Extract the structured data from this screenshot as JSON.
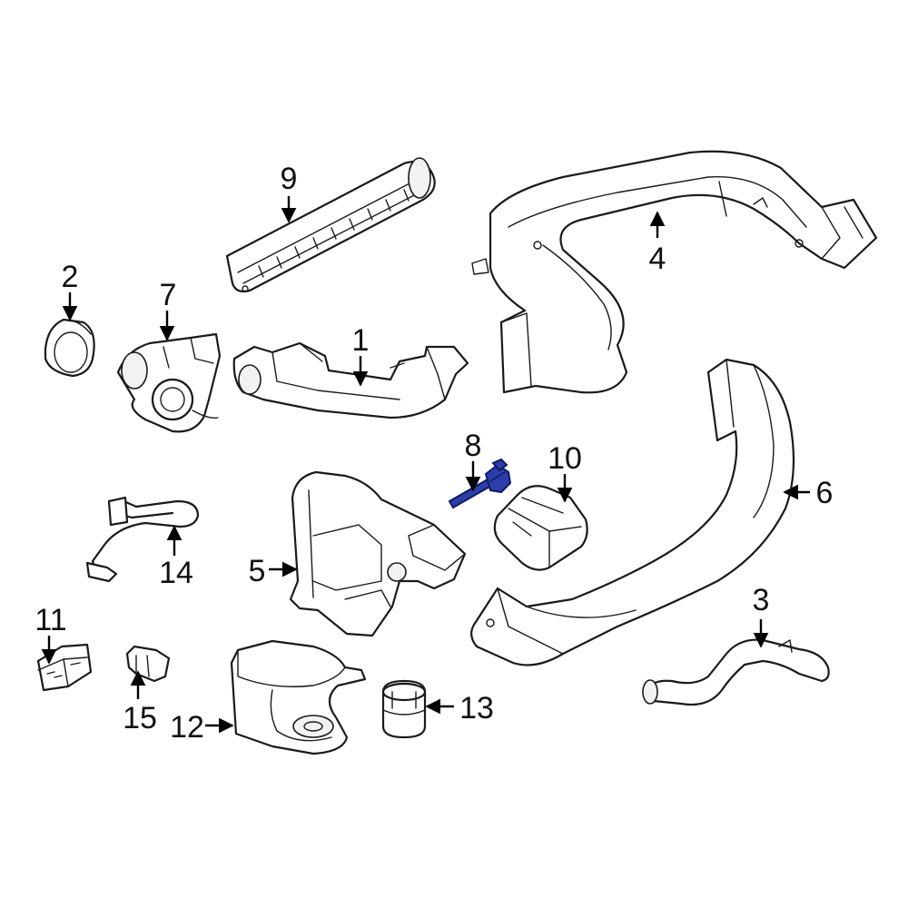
{
  "diagram": {
    "highlight_color": "#2c3fa8",
    "callouts": [
      {
        "id": "1",
        "label": "1"
      },
      {
        "id": "2",
        "label": "2"
      },
      {
        "id": "3",
        "label": "3"
      },
      {
        "id": "4",
        "label": "4"
      },
      {
        "id": "5",
        "label": "5"
      },
      {
        "id": "6",
        "label": "6"
      },
      {
        "id": "7",
        "label": "7"
      },
      {
        "id": "8",
        "label": "8"
      },
      {
        "id": "9",
        "label": "9"
      },
      {
        "id": "10",
        "label": "10"
      },
      {
        "id": "11",
        "label": "11"
      },
      {
        "id": "12",
        "label": "12"
      },
      {
        "id": "13",
        "label": "13"
      },
      {
        "id": "14",
        "label": "14"
      },
      {
        "id": "15",
        "label": "15"
      }
    ]
  }
}
